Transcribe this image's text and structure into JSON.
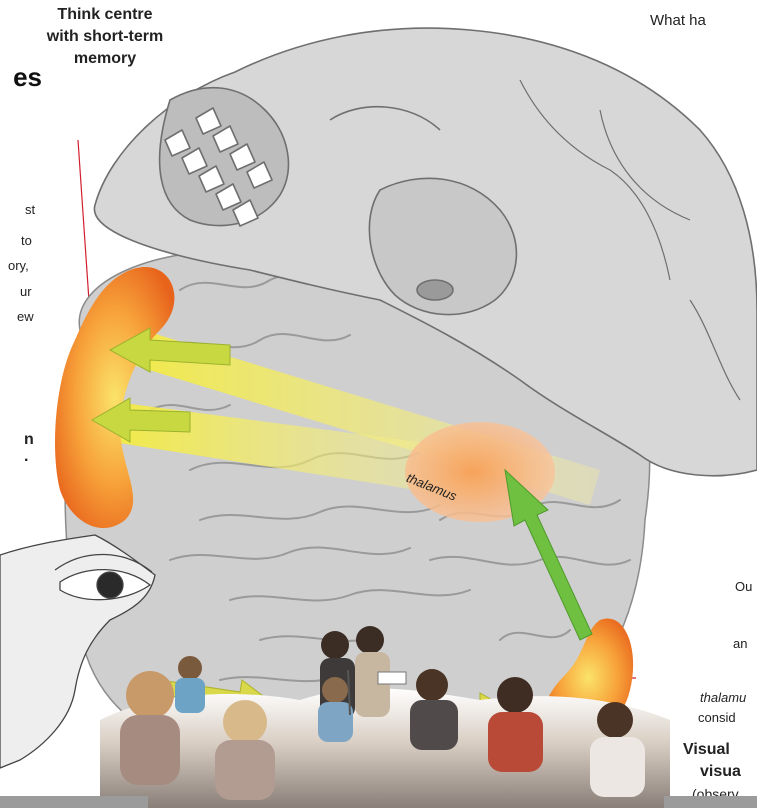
{
  "labels": {
    "think_centre": [
      "Think centre",
      "with short-term",
      "memory"
    ],
    "heading_fragment": "es",
    "what_happens_fragment": "What ha",
    "thalamus": "thalamus"
  },
  "left_column_fragments": [
    "st",
    "to",
    "ory,",
    "ur",
    "ew"
  ],
  "left_bold_fragments": [
    "n",
    "."
  ],
  "right_column_fragments": {
    "line1": "Ou",
    "line2": "an",
    "line3_italic": "thalamu",
    "line4": "consid",
    "visual_1": "Visual",
    "visual_2": "visua",
    "visual_3": "(observ"
  },
  "colors": {
    "highlight_orange": "#f07a1c",
    "arrow_yellow": "#f4ec3a",
    "arrow_green": "#7cc242",
    "brain_grey": "#c9c9c9",
    "skull_grey": "#d9d9d9",
    "pointer_red": "#d11f2f",
    "bottom_bar": "#9b9b9b"
  }
}
